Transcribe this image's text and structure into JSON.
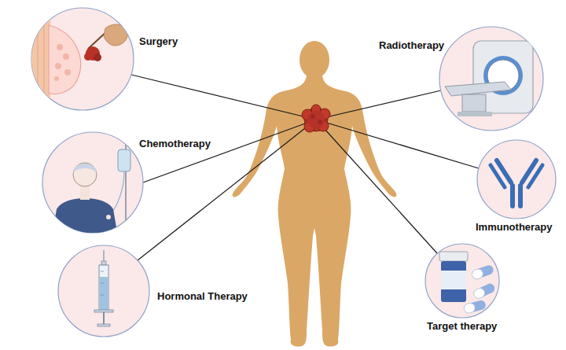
{
  "diagram": {
    "nodes": [
      {
        "text": [
          "Surgery"
        ]
      },
      {
        "text": [
          "Radiotherapy"
        ]
      },
      {
        "text": [
          "Chemotherapy"
        ]
      },
      {
        "text": [
          "Immunotherapy"
        ]
      },
      {
        "text": [
          "Hormonal Therapy"
        ]
      },
      {
        "text": [
          "Target therapy"
        ]
      }
    ]
  }
}
